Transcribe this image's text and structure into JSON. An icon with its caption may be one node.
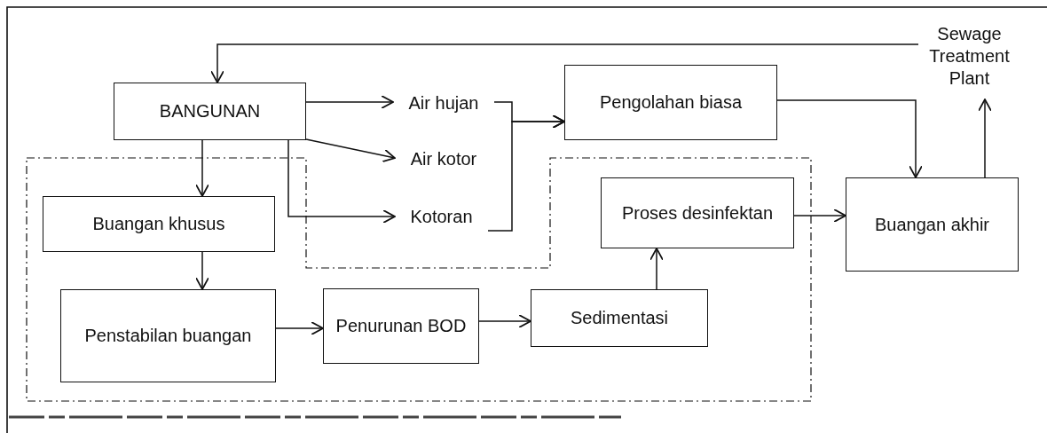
{
  "diagram": {
    "nodes": [
      {
        "text": [
          "BANGUNAN"
        ]
      },
      {
        "text": [
          "Air hujan"
        ]
      },
      {
        "text": [
          "Air kotor"
        ]
      },
      {
        "text": [
          "Kotoran"
        ]
      },
      {
        "text": [
          "Pengolahan biasa"
        ]
      },
      {
        "text": [
          "Buangan khusus"
        ]
      },
      {
        "text": [
          "Penstabilan buangan"
        ]
      },
      {
        "text": [
          "Penurunan BOD"
        ]
      },
      {
        "text": [
          "Sedimentasi"
        ]
      },
      {
        "text": [
          "Proses desinfektan"
        ]
      },
      {
        "text": [
          "Buangan akhir"
        ]
      },
      {
        "text": [
          "Sewage Treatment Plant"
        ]
      }
    ],
    "edges": [
      {
        "from": 11,
        "to": 0,
        "arrow": "to"
      },
      {
        "from": 0,
        "to": 1,
        "arrow": "to"
      },
      {
        "from": 0,
        "to": 2,
        "arrow": "to"
      },
      {
        "from": 0,
        "to": 3,
        "arrow": "to"
      },
      {
        "from": 0,
        "to": 5,
        "arrow": "to"
      },
      {
        "from": 1,
        "to": 4,
        "arrow": "to"
      },
      {
        "from": 3,
        "to": 4,
        "arrow": "to"
      },
      {
        "from": 4,
        "to": 10,
        "arrow": "to"
      },
      {
        "from": 10,
        "to": 11,
        "arrow": "to"
      },
      {
        "from": 5,
        "to": 6,
        "arrow": "to"
      },
      {
        "from": 6,
        "to": 7,
        "arrow": "to"
      },
      {
        "from": 7,
        "to": 8,
        "arrow": "to"
      },
      {
        "from": 8,
        "to": 9,
        "arrow": "to"
      },
      {
        "from": 9,
        "to": 10,
        "arrow": "to"
      }
    ]
  }
}
